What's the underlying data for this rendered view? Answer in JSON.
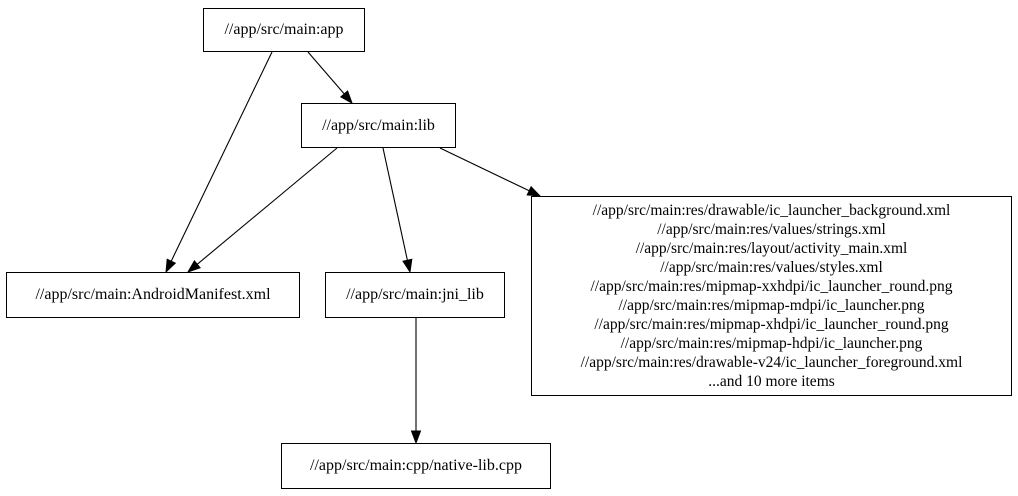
{
  "graph": {
    "background_color": "#ffffff",
    "node_border_color": "#000000",
    "text_color": "#000000",
    "edge_color": "#000000",
    "nodes": {
      "app": {
        "label": "//app/src/main:app"
      },
      "lib": {
        "label": "//app/src/main:lib"
      },
      "manifest": {
        "label": "//app/src/main:AndroidManifest.xml"
      },
      "jni_lib": {
        "label": "//app/src/main:jni_lib"
      },
      "cpp": {
        "label": "//app/src/main:cpp/native-lib.cpp"
      },
      "res": {
        "lines": [
          "//app/src/main:res/drawable/ic_launcher_background.xml",
          "//app/src/main:res/values/strings.xml",
          "//app/src/main:res/layout/activity_main.xml",
          "//app/src/main:res/values/styles.xml",
          "//app/src/main:res/mipmap-xxhdpi/ic_launcher_round.png",
          "//app/src/main:res/mipmap-mdpi/ic_launcher.png",
          "//app/src/main:res/mipmap-xhdpi/ic_launcher_round.png",
          "//app/src/main:res/mipmap-hdpi/ic_launcher.png",
          "//app/src/main:res/drawable-v24/ic_launcher_foreground.xml",
          "...and 10 more items"
        ]
      }
    },
    "edges": [
      {
        "from": "app",
        "to": "lib"
      },
      {
        "from": "app",
        "to": "manifest"
      },
      {
        "from": "lib",
        "to": "manifest"
      },
      {
        "from": "lib",
        "to": "jni_lib"
      },
      {
        "from": "lib",
        "to": "res"
      },
      {
        "from": "jni_lib",
        "to": "cpp"
      }
    ]
  }
}
